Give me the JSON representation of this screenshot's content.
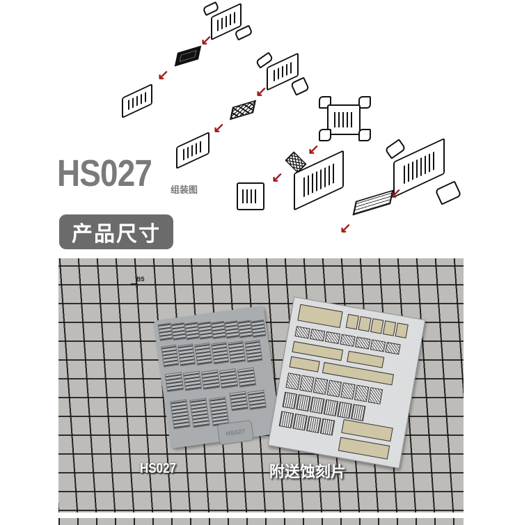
{
  "diagram": {
    "model_code": "HS027",
    "subtitle": "组装图",
    "arrow_color": "#a01c1c",
    "line_color": "#111111"
  },
  "section_label": {
    "text": "产品尺寸",
    "background": "#6b6b6b",
    "text_color": "#ffffff"
  },
  "photo": {
    "mat_marker": "B5",
    "left_caption": "HS027",
    "right_caption": "附送蚀刻片",
    "sprue_tag": "HS027",
    "mat_color": "#bdbcb9"
  }
}
